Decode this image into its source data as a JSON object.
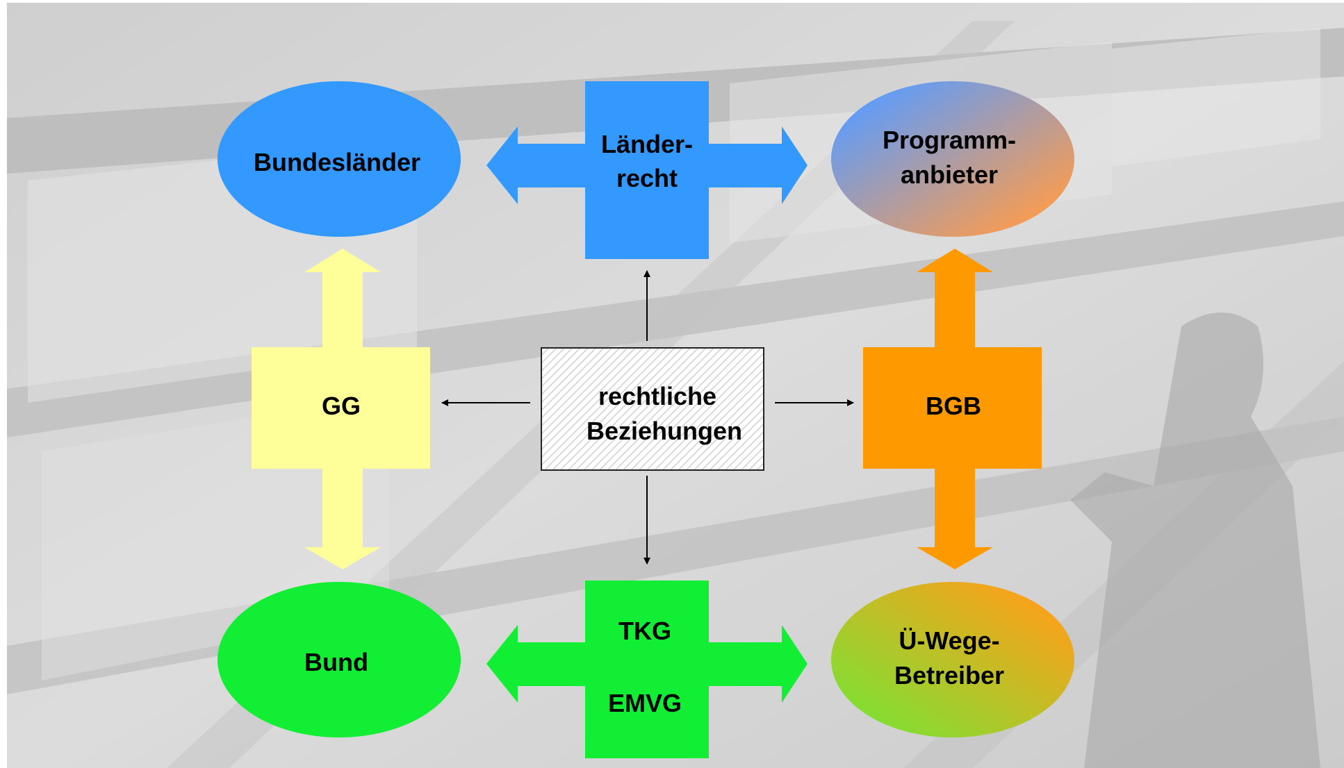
{
  "colors": {
    "blue": "#3399ff",
    "yellow": "#ffff99",
    "orange": "#ff9900",
    "green": "#11ee33",
    "grad_programm_start": "#5a9cff",
    "grad_programm_end": "#ff9c4a",
    "grad_uwege_start": "#7de033",
    "grad_uwege_end": "#ff9f1a"
  },
  "nodes": {
    "bundeslaender": "Bundesländer",
    "programmanbieter": {
      "line1": "Programm-",
      "line2": "anbieter"
    },
    "bund": "Bund",
    "uwege": {
      "line1": "Ü-Wege-",
      "line2": "Betreiber"
    }
  },
  "connectors": {
    "laenderrecht": {
      "line1": "Länder-",
      "line2": "recht"
    },
    "gg": "GG",
    "bgb": "BGB",
    "tkg": "TKG",
    "emvg": "EMVG"
  },
  "center": {
    "line1": "rechtliche",
    "line2": "Beziehungen"
  }
}
